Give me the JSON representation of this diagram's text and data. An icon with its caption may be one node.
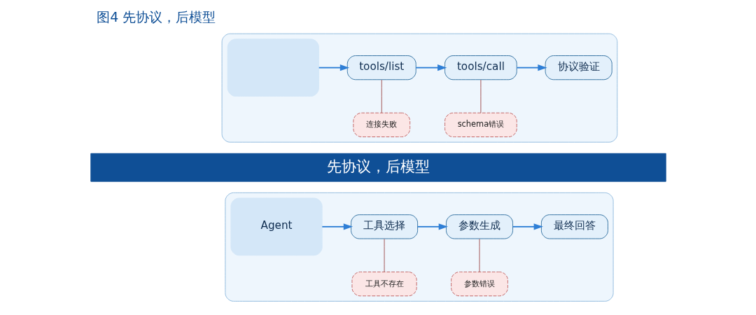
{
  "diagram": {
    "title": "图4 先协议，后模型",
    "nodes": [
      {
        "text": [],
        "shape": "box"
      },
      {
        "text": [],
        "shape": "box",
        "in": 0
      },
      {
        "text": [
          "tools/list"
        ],
        "in": 0
      },
      {
        "text": [
          "tools/call"
        ],
        "in": 0
      },
      {
        "text": [
          "协议验证"
        ],
        "in": 0
      },
      {
        "text": [
          "连接失败"
        ],
        "in": 0
      },
      {
        "text": [
          "schema错误"
        ],
        "in": 0
      },
      {
        "text": [
          "先协议，后模型"
        ]
      },
      {
        "text": [],
        "shape": "box"
      },
      {
        "text": [
          "Agent"
        ],
        "in": 8
      },
      {
        "text": [
          "工具选择"
        ],
        "in": 8
      },
      {
        "text": [
          "参数生成"
        ],
        "in": 8
      },
      {
        "text": [
          "最终回答"
        ],
        "in": 8
      },
      {
        "text": [
          "工具不存在"
        ],
        "in": 8
      },
      {
        "text": [
          "参数错误"
        ],
        "in": 8
      }
    ],
    "edges": [
      {
        "from": 1,
        "to": 2,
        "arrow": "to"
      },
      {
        "from": 2,
        "to": 3,
        "arrow": "to"
      },
      {
        "from": 3,
        "to": 4,
        "arrow": "to"
      },
      {
        "from": 2,
        "to": 5,
        "arrow": "none",
        "color": "#a05050"
      },
      {
        "from": 3,
        "to": 6,
        "arrow": "none",
        "color": "#a05050"
      },
      {
        "from": 9,
        "to": 10,
        "arrow": "to"
      },
      {
        "from": 10,
        "to": 11,
        "arrow": "to"
      },
      {
        "from": 11,
        "to": 12,
        "arrow": "to"
      },
      {
        "from": 10,
        "to": 13,
        "arrow": "none",
        "color": "#a05050"
      },
      {
        "from": 11,
        "to": 14,
        "arrow": "none",
        "color": "#a05050"
      }
    ]
  }
}
